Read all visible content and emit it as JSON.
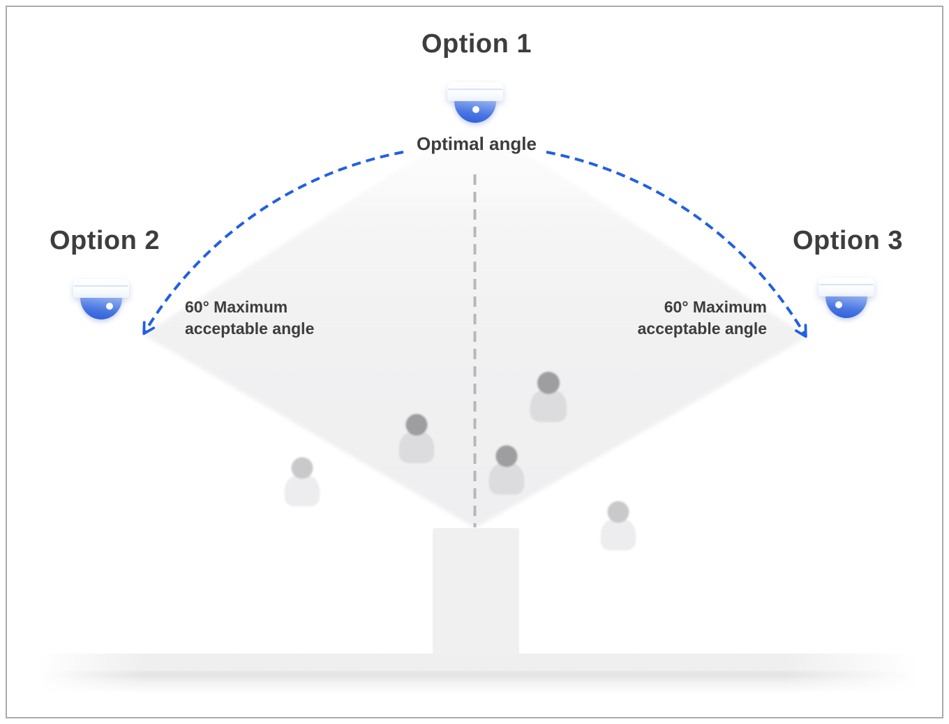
{
  "titles": {
    "option1": "Option 1",
    "option2": "Option 2",
    "option3": "Option 3"
  },
  "labels": {
    "optimal_angle": "Optimal angle",
    "max_angle": {
      "line1": "60° Maximum",
      "line2": "acceptable angle"
    }
  },
  "figures": {
    "cameras": 3,
    "people_in_coverage": 3,
    "people_outside_coverage": 2
  },
  "colors": {
    "accent_blue": "#2160e0",
    "dome_blue_top": "#93b0ef",
    "dome_blue_bottom": "#2b5cd8",
    "guide_gray": "#b7b7b7",
    "coverage_gray": "#f1f1f2",
    "text_dark": "#3d3d3d",
    "frame_gray": "#ababab",
    "person_dark": "#9e9ea0",
    "person_light": "#c9c9cb"
  }
}
